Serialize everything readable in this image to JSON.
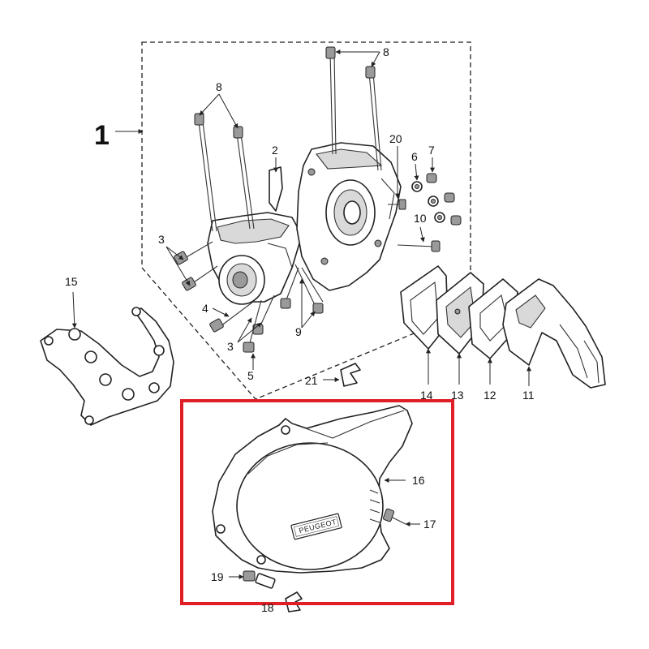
{
  "diagram": {
    "brand_plate": "PEUGEOT",
    "highlight_color": "#e01e26",
    "callouts": {
      "group_1": "1",
      "c2": "2",
      "c3a": "3",
      "c3b": "3",
      "c4": "4",
      "c5": "5",
      "c6": "6",
      "c7": "7",
      "c8a": "8",
      "c8b": "8",
      "c9": "9",
      "c10": "10",
      "c11": "11",
      "c12": "12",
      "c13": "13",
      "c14": "14",
      "c15": "15",
      "c16": "16",
      "c17": "17",
      "c18": "18",
      "c19": "19",
      "c20": "20",
      "c21": "21"
    }
  }
}
